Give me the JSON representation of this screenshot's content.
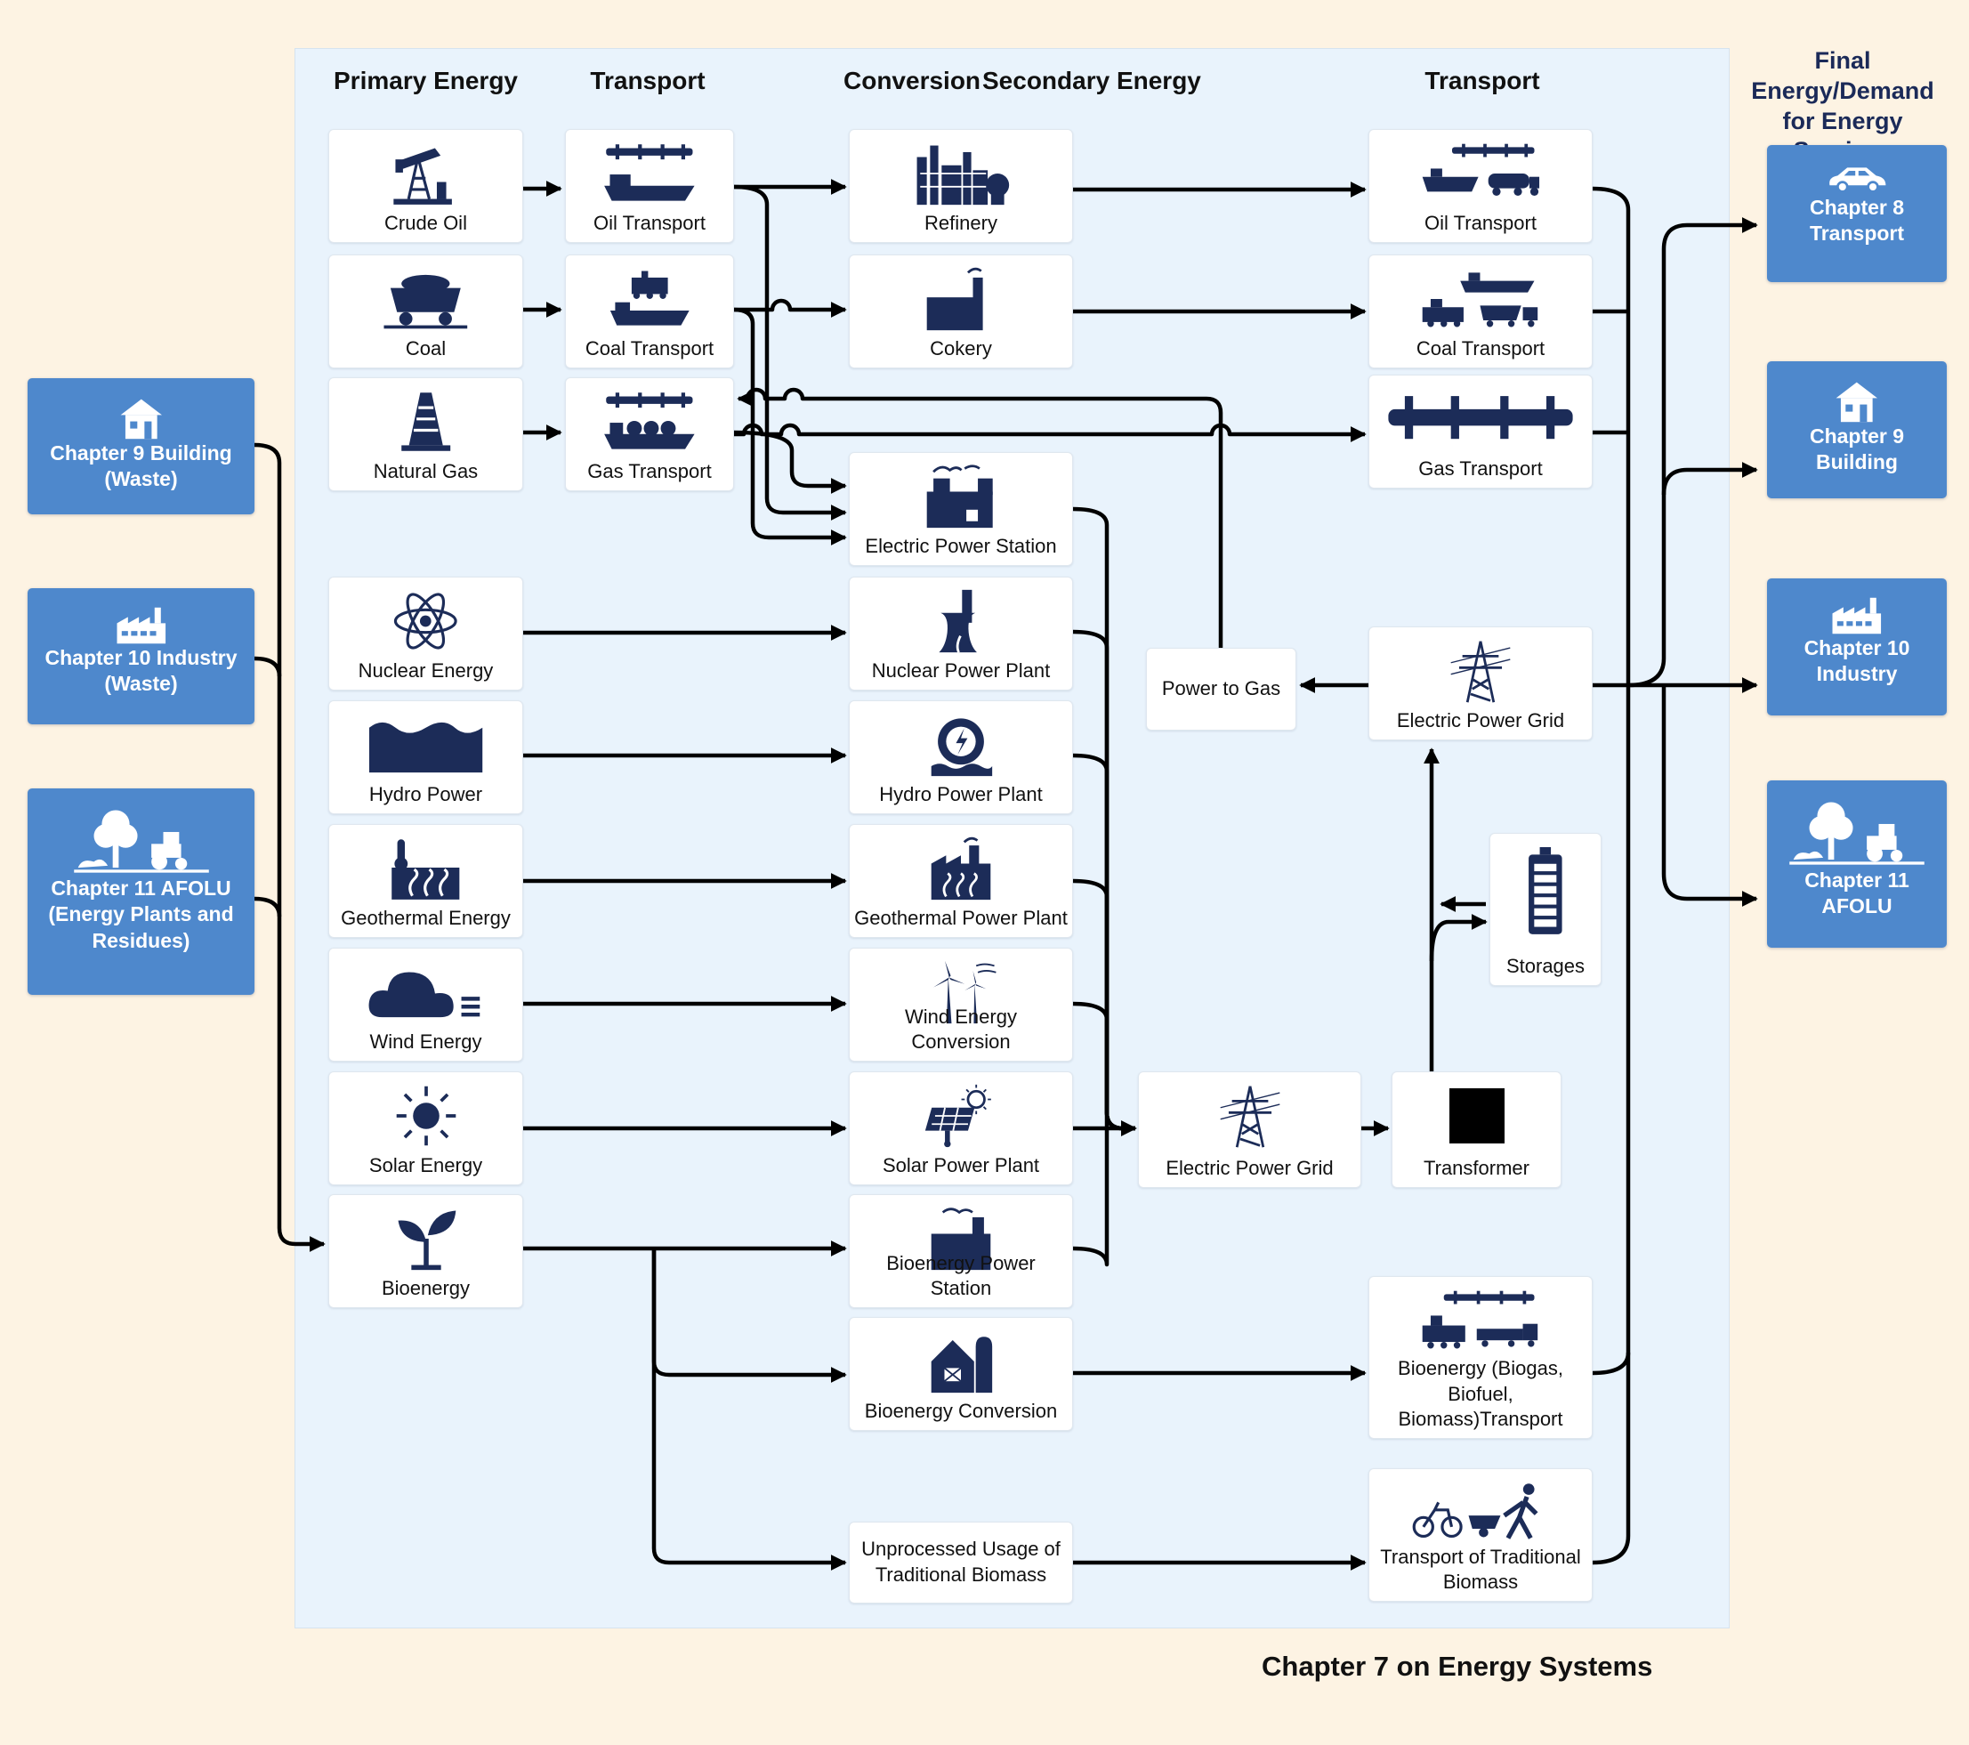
{
  "headers": {
    "primary_energy": "Primary Energy",
    "transport_1": "Transport",
    "conversion": "Conversion",
    "secondary_energy": "Secondary Energy",
    "transport_2": "Transport",
    "final_energy": "Final Energy/Demand for Energy Services"
  },
  "left_chapters": [
    {
      "label": "Chapter 9 Building (Waste)",
      "icon": "house-icon"
    },
    {
      "label": "Chapter 10 Industry (Waste)",
      "icon": "factory-icon"
    },
    {
      "label": "Chapter 11 AFOLU (Energy Plants and Residues)",
      "icon": "tree-tractor-icon"
    }
  ],
  "primary_energy": [
    {
      "label": "Crude Oil",
      "icon": "oil-pump-icon"
    },
    {
      "label": "Coal",
      "icon": "coal-cart-icon"
    },
    {
      "label": "Natural Gas",
      "icon": "gas-derrick-icon"
    },
    {
      "label": "Nuclear Energy",
      "icon": "atom-icon"
    },
    {
      "label": "Hydro Power",
      "icon": "water-icon"
    },
    {
      "label": "Geothermal Energy",
      "icon": "thermometer-heat-icon"
    },
    {
      "label": "Wind Energy",
      "icon": "cloud-wind-icon"
    },
    {
      "label": "Solar Energy",
      "icon": "sun-icon"
    },
    {
      "label": "Bioenergy",
      "icon": "sprout-icon"
    }
  ],
  "transport_primary": [
    {
      "label": "Oil Transport",
      "icon": "pipeline-ship-icon"
    },
    {
      "label": "Coal Transport",
      "icon": "train-ship-icon"
    },
    {
      "label": "Gas Transport",
      "icon": "pipeline-lng-ship-icon"
    }
  ],
  "conversion": [
    {
      "label": "Refinery",
      "icon": "refinery-icon"
    },
    {
      "label": "Cokery",
      "icon": "cokery-icon"
    },
    {
      "label": "Electric Power Station",
      "icon": "power-station-icon"
    },
    {
      "label": "Nuclear Power Plant",
      "icon": "cooling-tower-icon"
    },
    {
      "label": "Hydro Power Plant",
      "icon": "turbine-wheel-icon"
    },
    {
      "label": "Geothermal Power Plant",
      "icon": "geothermal-plant-icon"
    },
    {
      "label": "Wind Energy Conversion",
      "icon": "wind-turbine-icon"
    },
    {
      "label": "Solar Power Plant",
      "icon": "solar-panel-icon"
    },
    {
      "label": "Bioenergy Power Station",
      "icon": "bio-power-station-icon"
    },
    {
      "label": "Bioenergy Conversion",
      "icon": "farm-barn-icon"
    },
    {
      "label": "Unprocessed Usage of Traditional Biomass",
      "icon": ""
    }
  ],
  "secondary": {
    "power_to_gas": "Power to Gas",
    "electric_power_grid_lower": "Electric Power Grid",
    "transformer": "Transformer",
    "storages": "Storages"
  },
  "transport_secondary": [
    {
      "label": "Oil Transport",
      "icon": "pipeline-ship-truck-icon"
    },
    {
      "label": "Coal Transport",
      "icon": "ship-train-truck-icon"
    },
    {
      "label": "Gas Transport",
      "icon": "pipeline-icon"
    },
    {
      "label": "Electric Power Grid",
      "icon": "power-pylon-icon"
    },
    {
      "label": "Bioenergy (Biogas, Biofuel, Biomass)Transport",
      "icon": "pipeline-train-truck-icon"
    },
    {
      "label": "Transport of Traditional Biomass",
      "icon": "bike-cart-walker-icon"
    }
  ],
  "right_chapters": [
    {
      "label": "Chapter 8 Transport",
      "icon": "car-icon"
    },
    {
      "label": "Chapter 9 Building",
      "icon": "house-icon"
    },
    {
      "label": "Chapter 10 Industry",
      "icon": "factory-icon"
    },
    {
      "label": "Chapter 11 AFOLU",
      "icon": "tree-tractor-icon"
    }
  ],
  "footer": "Chapter 7 on Energy Systems",
  "colors": {
    "background": "#fdf3e3",
    "panel": "#e9f3fc",
    "chapter_blue": "#4e88cc",
    "icon_navy": "#1c2c58",
    "line": "#000000"
  }
}
